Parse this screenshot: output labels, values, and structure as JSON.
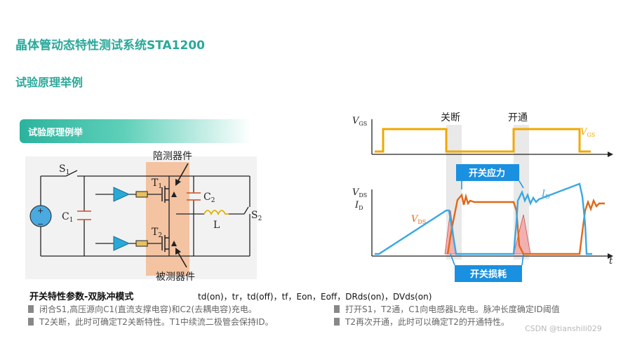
{
  "header": {
    "title": "晶体管动态特性测试系统STA1200",
    "subtitle": "试验原理举例"
  },
  "banner": {
    "label": "试验原理例举"
  },
  "circuit": {
    "top_label": "陪测器件",
    "bottom_label": "被测器件",
    "s1": "S",
    "s1_sub": "1",
    "c1": "C",
    "c1_sub": "1",
    "t1": "T",
    "t1_sub": "1",
    "t2": "T",
    "t2_sub": "2",
    "c2": "C",
    "c2_sub": "2",
    "l": "L",
    "s2": "S",
    "s2_sub": "2",
    "plus": "+",
    "minus": "−"
  },
  "waveform": {
    "vgs_axis": "V",
    "vgs_axis_sub": "GS",
    "vgs_trace": "V",
    "vgs_trace_sub": "GS",
    "off_label": "关断",
    "on_label": "开通",
    "stress_box": "开关应力",
    "loss_box": "开关损耗",
    "vds_axis": "V",
    "vds_axis_sub": "DS",
    "id_axis": "I",
    "id_axis_sub": "D",
    "vds_trace": "V",
    "vds_trace_sub": "DS",
    "id_trace": "I",
    "id_trace_sub": "D",
    "time_axis": "t",
    "colors": {
      "vgs": "#f0a800",
      "vds": "#e06818",
      "id": "#3aa8e0",
      "box": "#1a90e0"
    }
  },
  "mode": {
    "title": "开关特性参数-双脉冲模式",
    "params": "td(on)，tr，td(off)，tf，Eon，Eoff，DRds(on)，DVds(on)"
  },
  "steps": [
    "闭合S1,高压源向C1(直流支撑电容)和C2(去耦电容)充电。",
    "打开S1，T2通，C1向电感器L充电。脉冲长度确定ID阈值",
    "T2关断，此时可确定T2关断特性。T1中续流二极管会保持ID。",
    "T2再次开通，此时可以确定T2的开通特性。"
  ],
  "watermark": "CSDN @tianshili029"
}
